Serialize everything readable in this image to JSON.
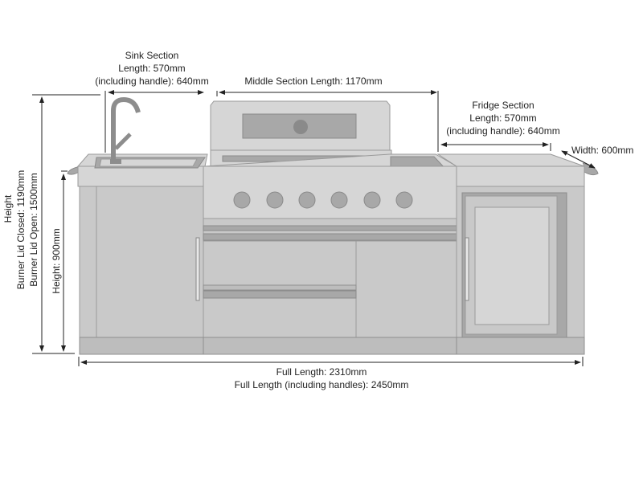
{
  "labels": {
    "sink_section": [
      "Sink Section",
      "Length: 570mm",
      "(including handle): 640mm"
    ],
    "middle_section": "Middle Section Length: 1170mm",
    "fridge_section": [
      "Fridge Section",
      "Length: 570mm",
      "(including handle): 640mm"
    ],
    "width": "Width: 600mm",
    "height_total": [
      "Height",
      "Burner Lid Closed: 1190mm",
      "Burner Lid Open: 1500mm"
    ],
    "height_counter": "Height: 900mm",
    "full_length": [
      "Full Length: 2310mm",
      "Full Length (including handles): 2450mm"
    ]
  },
  "colors": {
    "steel_light": "#d6d6d6",
    "steel_mid": "#c9c9c9",
    "steel_dark": "#a8a8a8",
    "dimension_line": "#222222"
  }
}
